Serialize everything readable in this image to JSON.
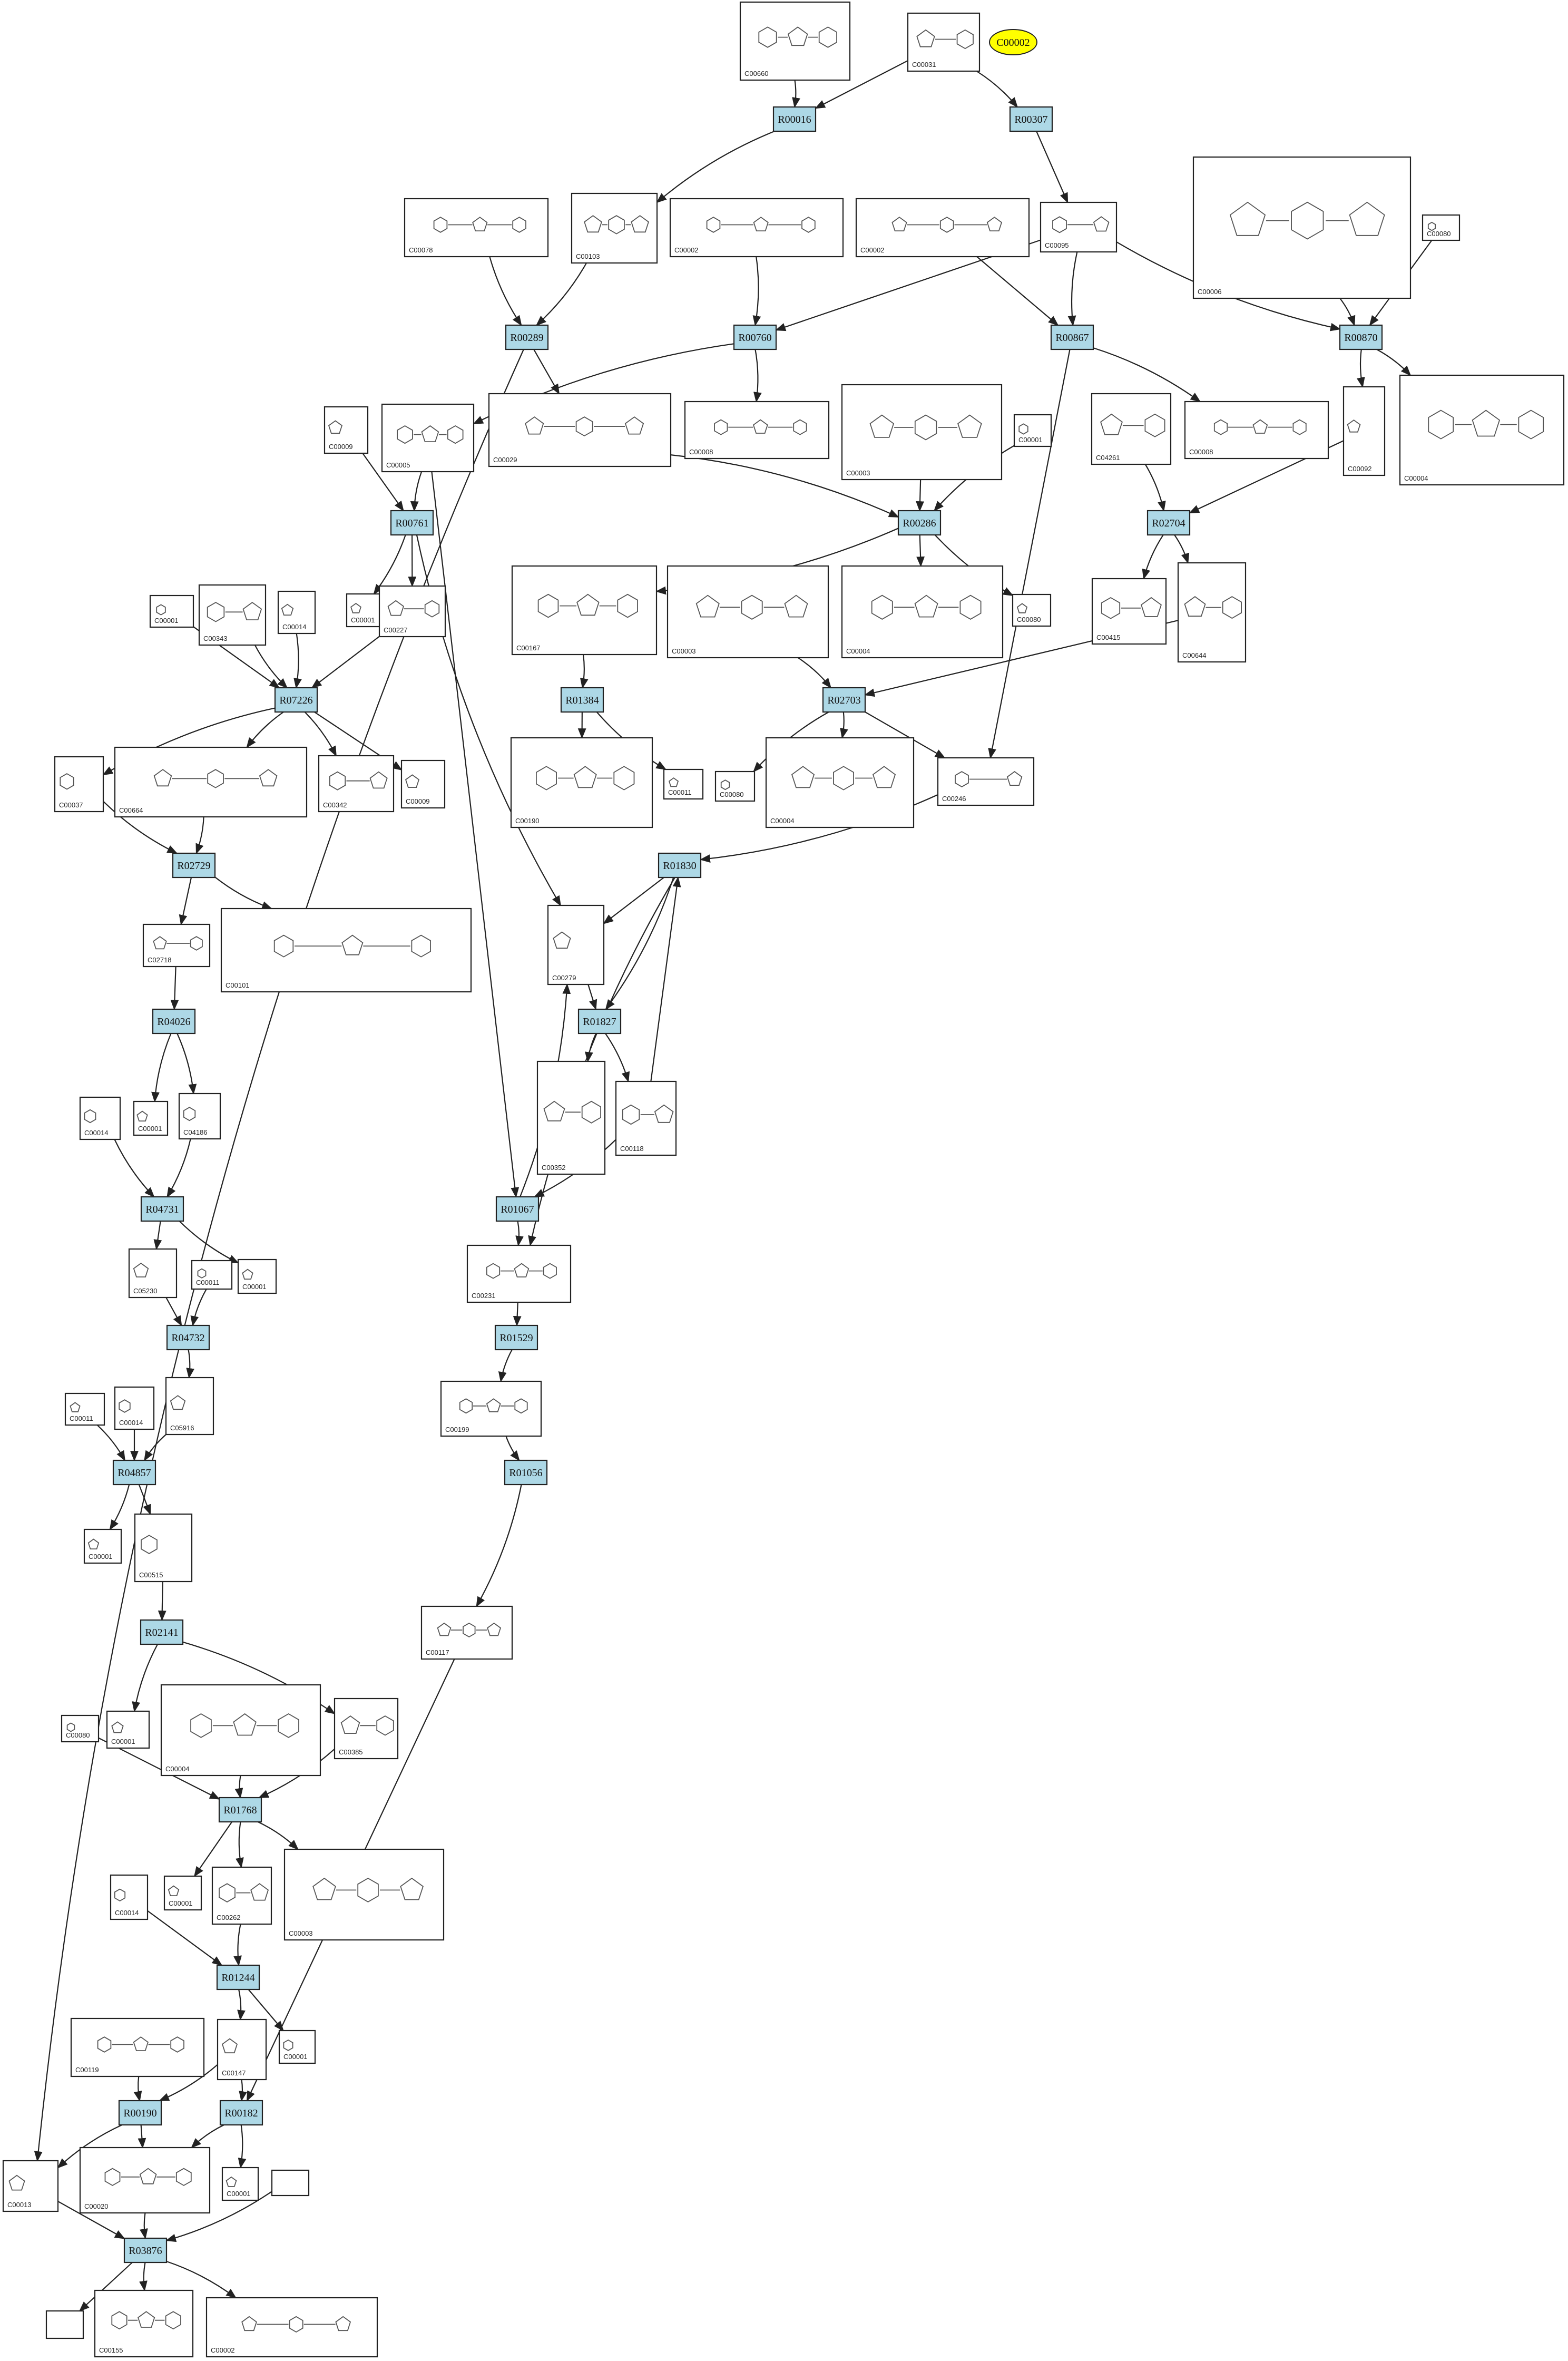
{
  "colors": {
    "reaction_fill": "#add8e6",
    "highlight_fill": "#ffff00",
    "edge": "#222222"
  },
  "highlight": {
    "label": "C00002"
  },
  "reactions": [
    {
      "id": "R00016",
      "label": "R00016"
    },
    {
      "id": "R00307",
      "label": "R00307"
    },
    {
      "id": "R00289",
      "label": "R00289"
    },
    {
      "id": "R00760",
      "label": "R00760"
    },
    {
      "id": "R00867",
      "label": "R00867"
    },
    {
      "id": "R00870",
      "label": "R00870"
    },
    {
      "id": "R00761",
      "label": "R00761"
    },
    {
      "id": "R00286",
      "label": "R00286"
    },
    {
      "id": "R02704",
      "label": "R02704"
    },
    {
      "id": "R07226",
      "label": "R07226"
    },
    {
      "id": "R01384",
      "label": "R01384"
    },
    {
      "id": "R02703",
      "label": "R02703"
    },
    {
      "id": "R02729",
      "label": "R02729"
    },
    {
      "id": "R01830",
      "label": "R01830"
    },
    {
      "id": "R04026",
      "label": "R04026"
    },
    {
      "id": "R01827",
      "label": "R01827"
    },
    {
      "id": "R04731",
      "label": "R04731"
    },
    {
      "id": "R01067",
      "label": "R01067"
    },
    {
      "id": "R04732",
      "label": "R04732"
    },
    {
      "id": "R01529",
      "label": "R01529"
    },
    {
      "id": "R04857",
      "label": "R04857"
    },
    {
      "id": "R01056",
      "label": "R01056"
    },
    {
      "id": "R02141",
      "label": "R02141"
    },
    {
      "id": "R01768",
      "label": "R01768"
    },
    {
      "id": "R01244",
      "label": "R01244"
    },
    {
      "id": "R00190",
      "label": "R00190"
    },
    {
      "id": "R00182",
      "label": "R00182"
    },
    {
      "id": "R03876",
      "label": "R03876"
    }
  ],
  "compounds": [
    {
      "id": "C00660",
      "label": "C00660"
    },
    {
      "id": "C00031",
      "label": "C00031"
    },
    {
      "id": "C00078",
      "label": "C00078"
    },
    {
      "id": "C00103",
      "label": "C00103"
    },
    {
      "id": "C00002a",
      "label": "C00002"
    },
    {
      "id": "C00002b",
      "label": "C00002"
    },
    {
      "id": "C00095",
      "label": "C00095"
    },
    {
      "id": "C00006",
      "label": "C00006"
    },
    {
      "id": "C00080a",
      "label": "C00080"
    },
    {
      "id": "C00009",
      "label": "C00009"
    },
    {
      "id": "C00005",
      "label": "C00005"
    },
    {
      "id": "C00029",
      "label": "C00029"
    },
    {
      "id": "C00008a",
      "label": "C00008"
    },
    {
      "id": "C00003a",
      "label": "C00003"
    },
    {
      "id": "C00001a",
      "label": "C00001"
    },
    {
      "id": "C04261",
      "label": "C04261"
    },
    {
      "id": "C00008b",
      "label": "C00008"
    },
    {
      "id": "C00092",
      "label": "C00092"
    },
    {
      "id": "C00004a",
      "label": "C00004"
    },
    {
      "id": "C00001b",
      "label": "C00001"
    },
    {
      "id": "C00343",
      "label": "C00343"
    },
    {
      "id": "C00014a",
      "label": "C00014"
    },
    {
      "id": "C00001c",
      "label": "C00001"
    },
    {
      "id": "C00227",
      "label": "C00227"
    },
    {
      "id": "C00167",
      "label": "C00167"
    },
    {
      "id": "C00003b",
      "label": "C00003"
    },
    {
      "id": "C00004b",
      "label": "C00004"
    },
    {
      "id": "C00080b",
      "label": "C00080"
    },
    {
      "id": "C00415",
      "label": "C00415"
    },
    {
      "id": "C00644",
      "label": "C00644"
    },
    {
      "id": "C00037",
      "label": "C00037"
    },
    {
      "id": "C00664",
      "label": "C00664"
    },
    {
      "id": "C00342",
      "label": "C00342"
    },
    {
      "id": "C00009b",
      "label": "C00009"
    },
    {
      "id": "C00190",
      "label": "C00190"
    },
    {
      "id": "C00011a",
      "label": "C00011"
    },
    {
      "id": "C00080c",
      "label": "C00080"
    },
    {
      "id": "C00004c",
      "label": "C00004"
    },
    {
      "id": "C00246",
      "label": "C00246"
    },
    {
      "id": "C02718",
      "label": "C02718"
    },
    {
      "id": "C00101",
      "label": "C00101"
    },
    {
      "id": "C00279",
      "label": "C00279"
    },
    {
      "id": "C00014b",
      "label": "C00014"
    },
    {
      "id": "C00001d",
      "label": "C00001"
    },
    {
      "id": "C04186",
      "label": "C04186"
    },
    {
      "id": "C00352",
      "label": "C00352"
    },
    {
      "id": "C00118",
      "label": "C00118"
    },
    {
      "id": "C05230",
      "label": "C05230"
    },
    {
      "id": "C00011b",
      "label": "C00011"
    },
    {
      "id": "C00001e",
      "label": "C00001"
    },
    {
      "id": "C00231",
      "label": "C00231"
    },
    {
      "id": "C00011c",
      "label": "C00011"
    },
    {
      "id": "C00014c",
      "label": "C00014"
    },
    {
      "id": "C05916",
      "label": "C05916"
    },
    {
      "id": "C00199",
      "label": "C00199"
    },
    {
      "id": "C00001f",
      "label": "C00001"
    },
    {
      "id": "C00515",
      "label": "C00515"
    },
    {
      "id": "C00117",
      "label": "C00117"
    },
    {
      "id": "C00080d",
      "label": "C00080"
    },
    {
      "id": "C00001g",
      "label": "C00001"
    },
    {
      "id": "C00004d",
      "label": "C00004"
    },
    {
      "id": "C00385",
      "label": "C00385"
    },
    {
      "id": "C00014d",
      "label": "C00014"
    },
    {
      "id": "C00001h",
      "label": "C00001"
    },
    {
      "id": "C00262",
      "label": "C00262"
    },
    {
      "id": "C00003c",
      "label": "C00003"
    },
    {
      "id": "C00119",
      "label": "C00119"
    },
    {
      "id": "C00147",
      "label": "C00147"
    },
    {
      "id": "C00001i",
      "label": "C00001"
    },
    {
      "id": "C00013",
      "label": "C00013"
    },
    {
      "id": "C00020",
      "label": "C00020"
    },
    {
      "id": "C00001j",
      "label": "C00001"
    },
    {
      "id": "C00155",
      "label": "C00155"
    },
    {
      "id": "C00002c",
      "label": "C00002"
    },
    {
      "id": "blank1",
      "label": ""
    },
    {
      "id": "blank2",
      "label": ""
    }
  ]
}
